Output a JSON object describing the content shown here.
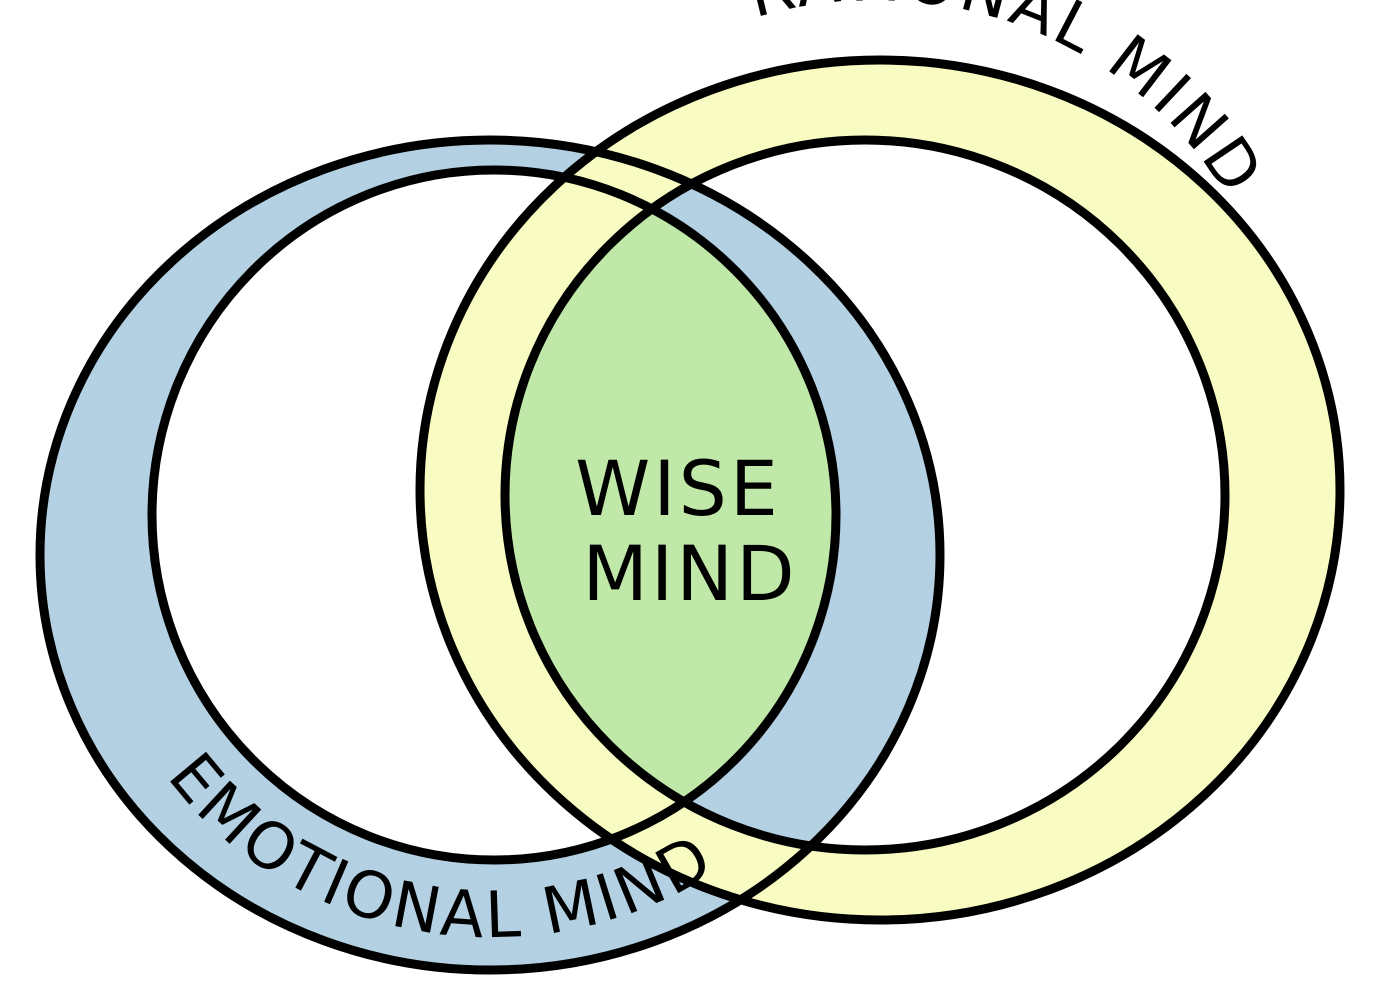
{
  "diagram": {
    "rational_label": "RATIONAL MIND",
    "emotional_label": "EMOTIONAL MIND",
    "wise_line1": "WISE",
    "wise_line2": "MIND"
  },
  "colors": {
    "emotional_ring": "#b3d1e2",
    "rational_ring": "#f8fcc2",
    "wise_overlap": "#c0e8a8",
    "outline": "#000000",
    "background": "#ffffff"
  }
}
